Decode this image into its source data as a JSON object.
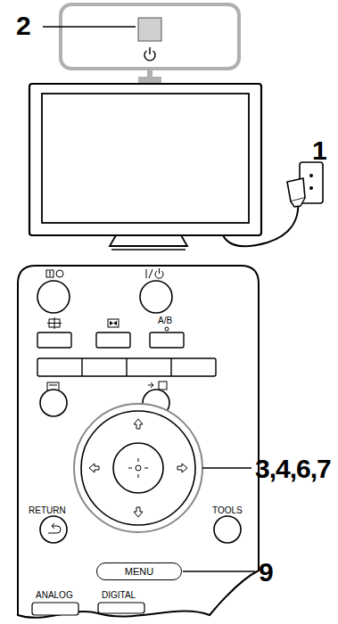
{
  "diagram": {
    "nodes": [
      {
        "text": [
          "MENU"
        ]
      }
    ],
    "labels": [
      "2",
      "1",
      "3,4,6,7",
      "9",
      "A/B",
      "RETURN",
      "TOOLS",
      "ANALOG",
      "DIGITAL"
    ]
  }
}
